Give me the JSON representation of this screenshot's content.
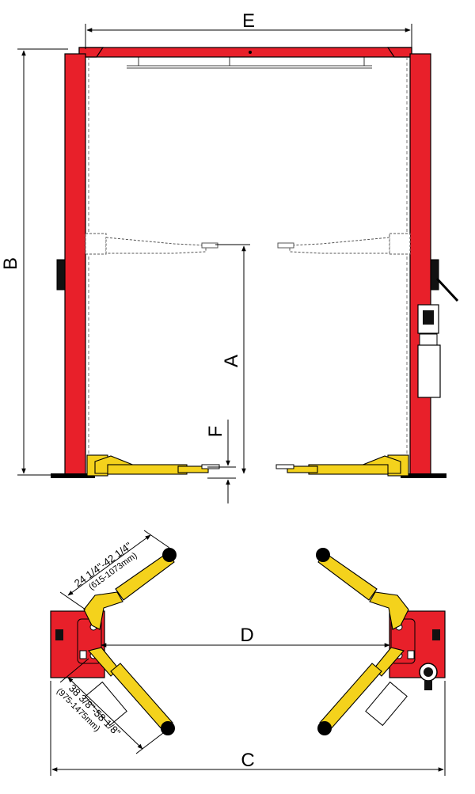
{
  "dimensions": {
    "A": "A",
    "B": "B",
    "C": "C",
    "D": "D",
    "E": "E",
    "F": "F"
  },
  "arm_ranges": {
    "short_arm": {
      "inches": "24 1/4\"-42 1/4\"",
      "mm": "(615-1073mm)"
    },
    "long_arm": {
      "inches": "38 3/8\"-58 1/8\"",
      "mm": "(975-1475mm)"
    }
  },
  "colors": {
    "post": "#e8202a",
    "arm": "#f4d21c",
    "line": "#000000"
  }
}
